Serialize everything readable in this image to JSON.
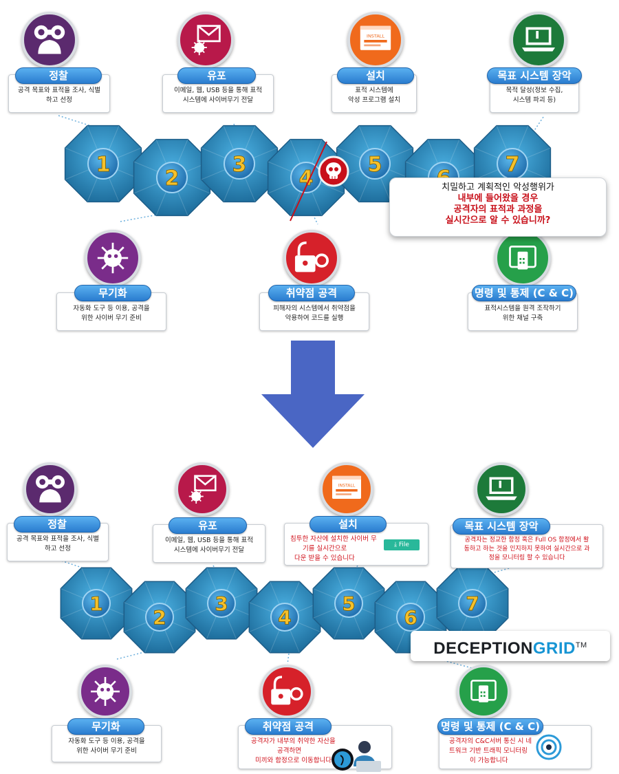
{
  "top": {
    "stages": {
      "recon": {
        "title": "정찰",
        "lines": [
          "공격 목표와 표적을 조사, 식별",
          "하고 선정"
        ]
      },
      "delivery": {
        "title": "유포",
        "lines": [
          "이메일, 웹, USB 등을 통해 표적",
          "시스템에 사이버무기 전달"
        ]
      },
      "install": {
        "title": "설치",
        "lines": [
          "표적 시스템에",
          "악성 프로그램 설치"
        ]
      },
      "objectives": {
        "title": "목표 시스템 장악",
        "lines": [
          "목적 달성(정보 수집,",
          "시스템 파괴 등)"
        ]
      },
      "weaponize": {
        "title": "무기화",
        "lines": [
          "자동화 도구 등 이용, 공격을",
          "위한 사이버 무기 준비"
        ]
      },
      "exploit": {
        "title": "취약점 공격",
        "lines": [
          "피해자의 시스템에서 취약점을",
          "악용하여 코드를 실행"
        ]
      },
      "c2": {
        "title": "명령 및 통제 (C & C)",
        "lines": [
          "표적시스템을 원격 조작하기",
          "위한 채널 구축"
        ]
      }
    },
    "callout": {
      "line1": "치밀하고 계획적인 악성행위가",
      "line2": "내부에 들어왔을 경우",
      "line3": "공격자의 표적과 과정을",
      "line4": "실시간으로 알 수 있습니까?"
    },
    "numbers": [
      "1",
      "2",
      "3",
      "4",
      "5",
      "6",
      "7"
    ]
  },
  "bottom": {
    "stages": {
      "recon": {
        "title": "정찰",
        "lines": [
          "공격 목표와 표적을 조사, 식별",
          "하고 선정"
        ]
      },
      "delivery": {
        "title": "유포",
        "lines": [
          "이메일, 웹, USB 등을 통해 표적",
          "시스템에 사이버무기 전달"
        ]
      },
      "install": {
        "title": "설치",
        "lines": [
          "침투한 자산에 설치한 사이버 무",
          "기를 실시간으로",
          "다운 받을 수 있습니다"
        ]
      },
      "objectives": {
        "title": "목표 시스템 장악",
        "lines": [
          "공격자는 정교한 함정 혹은 Full OS 함정에서 활",
          "동하고 하는 것을 인지하지 못하여 실시간으로 과",
          "정을 모니터링 할 수 있습니다"
        ]
      },
      "weaponize": {
        "title": "무기화",
        "lines": [
          "자동화 도구 등 이용, 공격을",
          "위한 사이버 무기 준비"
        ]
      },
      "exploit": {
        "title": "취약점 공격",
        "lines": [
          "공격자가 내부의 취약한 자산을",
          "공격하면",
          "미끼와 함정으로 이동합니다"
        ]
      },
      "c2": {
        "title": "명령 및 통제 (C & C)",
        "lines": [
          "공격자의 C&C서버 통신 시 네",
          "트워크 기반 트래픽 모니터링",
          "이 가능합니다"
        ]
      }
    },
    "file_button": "File",
    "logo": {
      "part1": "DECEPTION",
      "part2": "GRID",
      "tm": "TM"
    },
    "numbers": [
      "1",
      "2",
      "3",
      "4",
      "5",
      "6",
      "7"
    ]
  },
  "icons": {
    "recon": "binoculars-icon",
    "delivery": "envelope-virus-icon",
    "install": "install-window-icon",
    "install_text": "INSTALL",
    "objectives": "laptop-control-icon",
    "weaponize": "virus-icon",
    "exploit": "broken-lock-key-icon",
    "c2": "remote-phone-icon",
    "skull": "skull-icon",
    "arrow": "down-arrow-icon"
  },
  "colors": {
    "pill_blue": "#2a7ccf",
    "octagon_blue": "#2b8fc4",
    "number_gold": "#f5c12b",
    "recon": "#5b2a6e",
    "delivery": "#b8194a",
    "install": "#f06a1c",
    "objectives": "#1d7a3a",
    "weaponize": "#7a2c8a",
    "exploit": "#d6212a",
    "c2": "#26a04a",
    "arrow": "#4a66c4",
    "alert_red": "#d0111b"
  }
}
